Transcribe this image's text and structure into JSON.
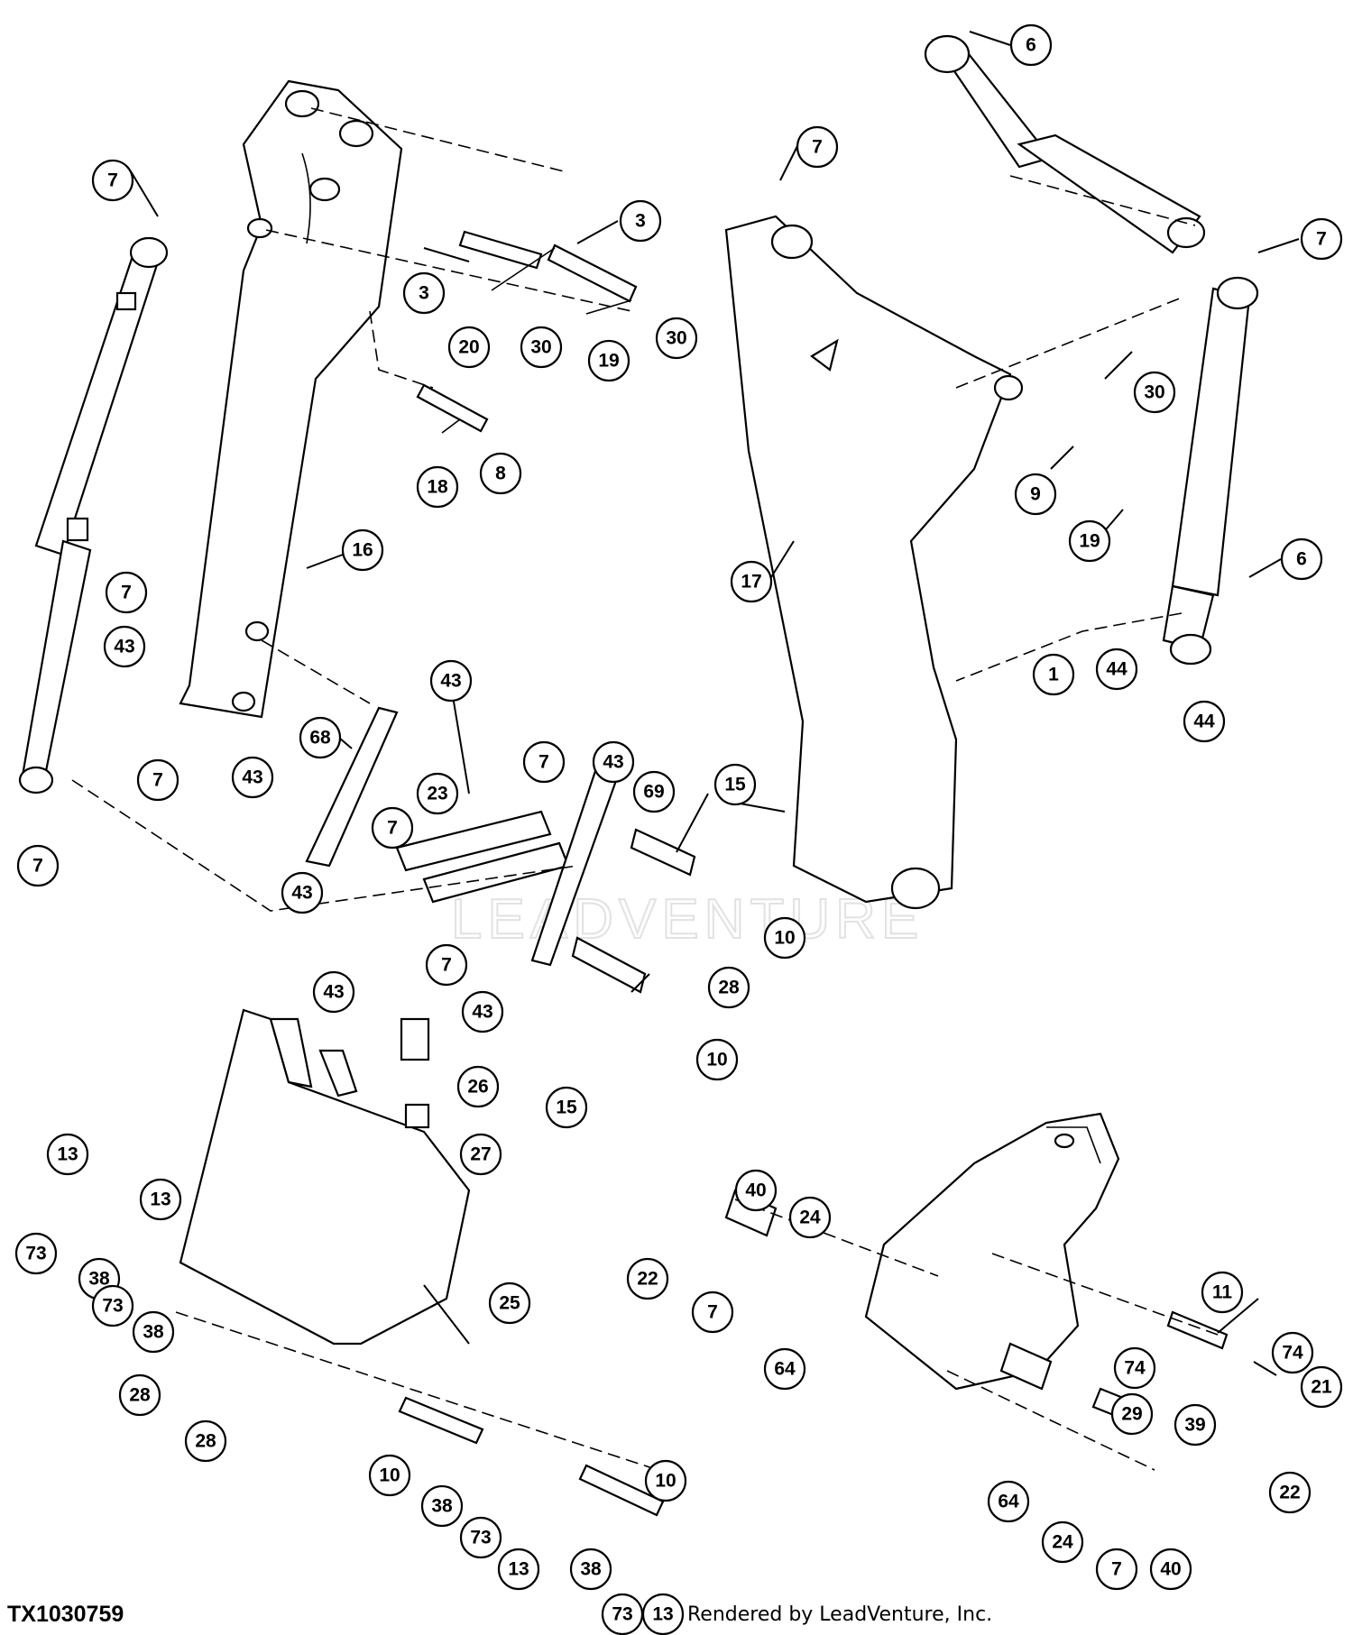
{
  "figure_id": "TX1030759",
  "render_credit": "Rendered by LeadVenture, Inc.",
  "watermark": "LEADVENTURE",
  "callouts": [
    "6",
    "7",
    "3",
    "7",
    "3",
    "7",
    "20",
    "30",
    "19",
    "30",
    "30",
    "18",
    "8",
    "9",
    "19",
    "17",
    "16",
    "6",
    "7",
    "1",
    "43",
    "44",
    "44",
    "68",
    "43",
    "7",
    "43",
    "69",
    "15",
    "7",
    "23",
    "7",
    "7",
    "43",
    "10",
    "43",
    "7",
    "28",
    "43",
    "43",
    "10",
    "26",
    "15",
    "27",
    "13",
    "13",
    "73",
    "38",
    "25",
    "40",
    "24",
    "22",
    "73",
    "7",
    "38",
    "11",
    "64",
    "74",
    "74",
    "28",
    "29",
    "39",
    "21",
    "28",
    "10",
    "10",
    "64",
    "22",
    "38",
    "24",
    "73",
    "40",
    "7",
    "13",
    "38",
    "73",
    "13"
  ]
}
